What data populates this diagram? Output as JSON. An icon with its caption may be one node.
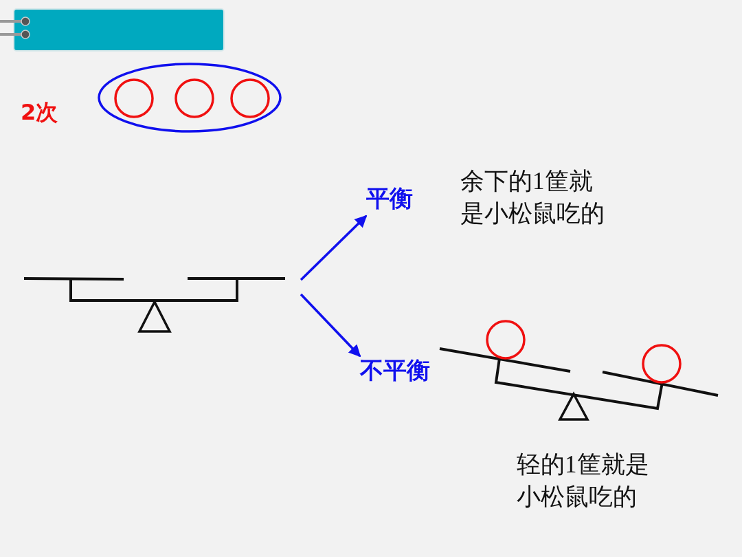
{
  "diagram": {
    "nodes": [
      {
        "text": [],
        "shape": "picture"
      },
      {
        "text": [
          "平衡"
        ]
      },
      {
        "text": [
          "不平衡"
        ]
      }
    ],
    "edges": [
      {
        "from": 0,
        "to": 1,
        "arrow": "to"
      },
      {
        "from": 0,
        "to": 2,
        "arrow": "to"
      }
    ],
    "labels": [
      "2次",
      "余下的1筐就是小松鼠吃的",
      "轻的1筐就是小松鼠吃的"
    ]
  }
}
